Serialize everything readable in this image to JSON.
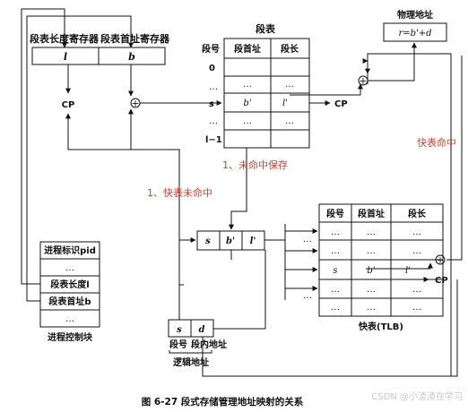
{
  "caption": "图 6-27 段式存储管理地址映射的关系",
  "watermark": "CSDN @小渣渣在学习",
  "registers": {
    "length_label": "段表长度寄存器",
    "base_label": "段表首址寄存器",
    "length_value": "l",
    "base_value": "b"
  },
  "segment_table": {
    "title": "段表",
    "col_segno": "段号",
    "col_base": "段首址",
    "col_len": "段长",
    "row_labels": [
      "0",
      "",
      "s",
      "",
      "l−1"
    ],
    "dots": "…",
    "entry_base": "b'",
    "entry_len": "l'"
  },
  "physical": {
    "title": "物理地址",
    "formula": "r=b'+d"
  },
  "cp_label": "CP",
  "plus": "+",
  "tlb": {
    "caption": "快表(TLB)",
    "col_segno": "段号",
    "col_base": "段首址",
    "col_len": "段长",
    "entry_seg": "s",
    "entry_base": "b'",
    "entry_len": "l'",
    "dots": "…"
  },
  "temp_register": {
    "s": "s",
    "b": "b'",
    "l": "l'"
  },
  "logical": {
    "s": "s",
    "d": "d",
    "seg_label": "段号",
    "offset_label": "段内地址",
    "title": "逻辑地址"
  },
  "pcb": {
    "rows": [
      "进程标识pid",
      "…",
      "段表长度l",
      "段表首址b",
      "…"
    ],
    "caption": "进程控制块"
  },
  "annotations": {
    "miss_save": "1、未命中保存",
    "miss": "1、快表未命中",
    "hit": "快表命中"
  }
}
